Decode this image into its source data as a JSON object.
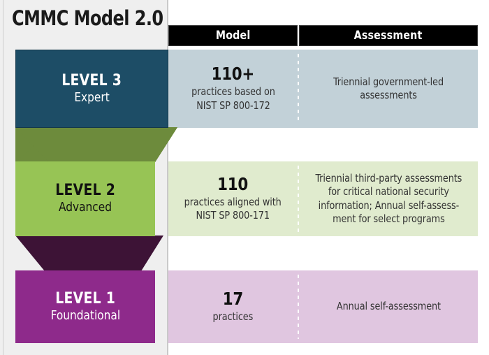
{
  "title": "CMMC Model 2.0",
  "columns": {
    "model": "Model",
    "assessment": "Assessment"
  },
  "colors": {
    "level3_block": "#1D4D66",
    "level3_panel": "#C2D1D8",
    "level2_block": "#97C455",
    "level2_fold": "#6D8B3C",
    "level2_panel": "#E0EBCE",
    "level1_block": "#8E2A8B",
    "level1_fold": "#3D1336",
    "level1_panel": "#E0C6E0",
    "header_bar": "#000000",
    "left_panel_bg": "#EFEFEF"
  },
  "levels": [
    {
      "id": "level-3",
      "name": "LEVEL 3",
      "descriptor": "Expert",
      "model_count": "110+",
      "model_detail": "practices based on\nNIST SP 800-172",
      "assessment": "Triennial government-led\nassessments"
    },
    {
      "id": "level-2",
      "name": "LEVEL 2",
      "descriptor": "Advanced",
      "model_count": "110",
      "model_detail": "practices aligned with\nNIST SP 800-171",
      "assessment": "Triennial third-party assessments\nfor critical national security\ninformation; Annual self-assess-\nment for select programs"
    },
    {
      "id": "level-1",
      "name": "LEVEL 1",
      "descriptor": "Foundational",
      "model_count": "17",
      "model_detail": "practices",
      "assessment": "Annual self-assessment"
    }
  ]
}
